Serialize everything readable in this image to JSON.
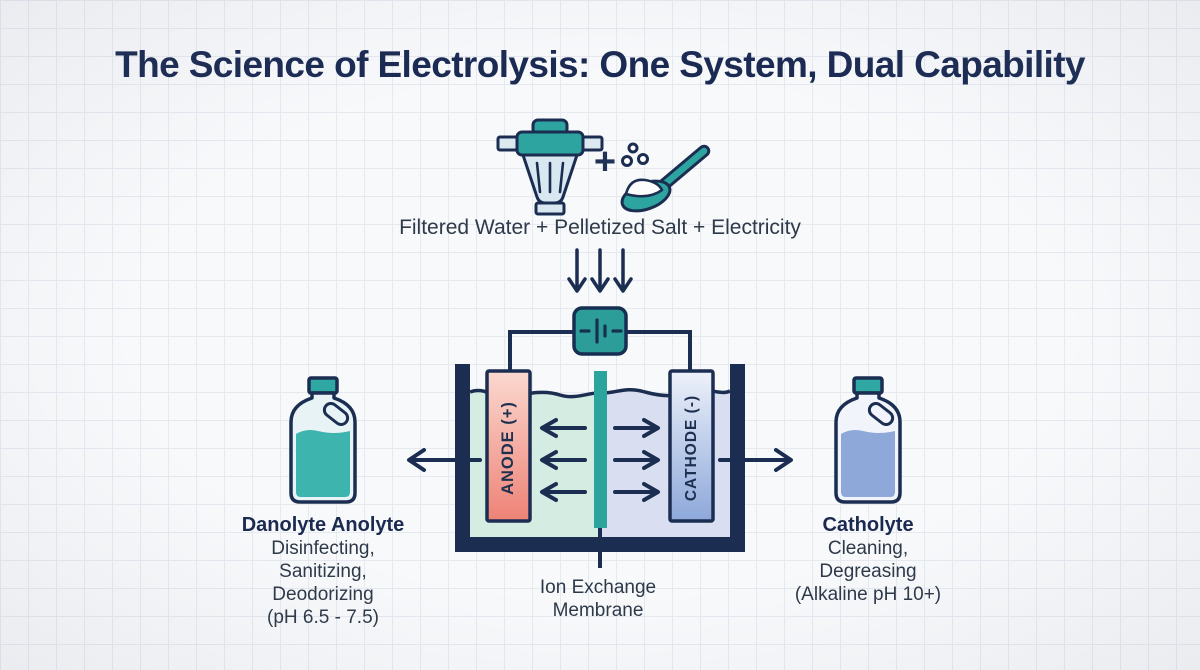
{
  "title": "The Science of Electrolysis: One System, Dual Capability",
  "inputs": {
    "caption": "Filtered Water + Pelletized Salt + Electricity",
    "plus_sign": "+",
    "filter_icon": "water-filter-icon",
    "salt_icon": "salt-spoon-icon"
  },
  "cell": {
    "battery_icon": "battery-icon",
    "anode_label": "ANODE (+)",
    "cathode_label": "CATHODE (-)",
    "membrane_label": "Ion Exchange\nMembrane"
  },
  "outputs": {
    "anolyte": {
      "name": "Danolyte Anolyte",
      "line1": "Disinfecting,",
      "line2": "Sanitizing,",
      "line3": "Deodorizing",
      "line4": "(pH 6.5 - 7.5)"
    },
    "catholyte": {
      "name": "Catholyte",
      "line1": "Cleaning,",
      "line2": "Degreasing",
      "line3": "(Alkaline pH 10+)"
    }
  },
  "colors": {
    "navy": "#1b2e52",
    "teal": "#2da49f",
    "membrane_teal": "#2aa49d",
    "anode_top": "#fbd9d0",
    "anode_bottom": "#ee8276",
    "cathode_top": "#edf1fa",
    "cathode_bottom": "#8da8da",
    "anolyte_tank_water": "#d5ece3",
    "catholyte_tank_water": "#d9dff1",
    "anolyte_liquid": "#3db4ae",
    "catholyte_liquid": "#8ea9d9"
  }
}
